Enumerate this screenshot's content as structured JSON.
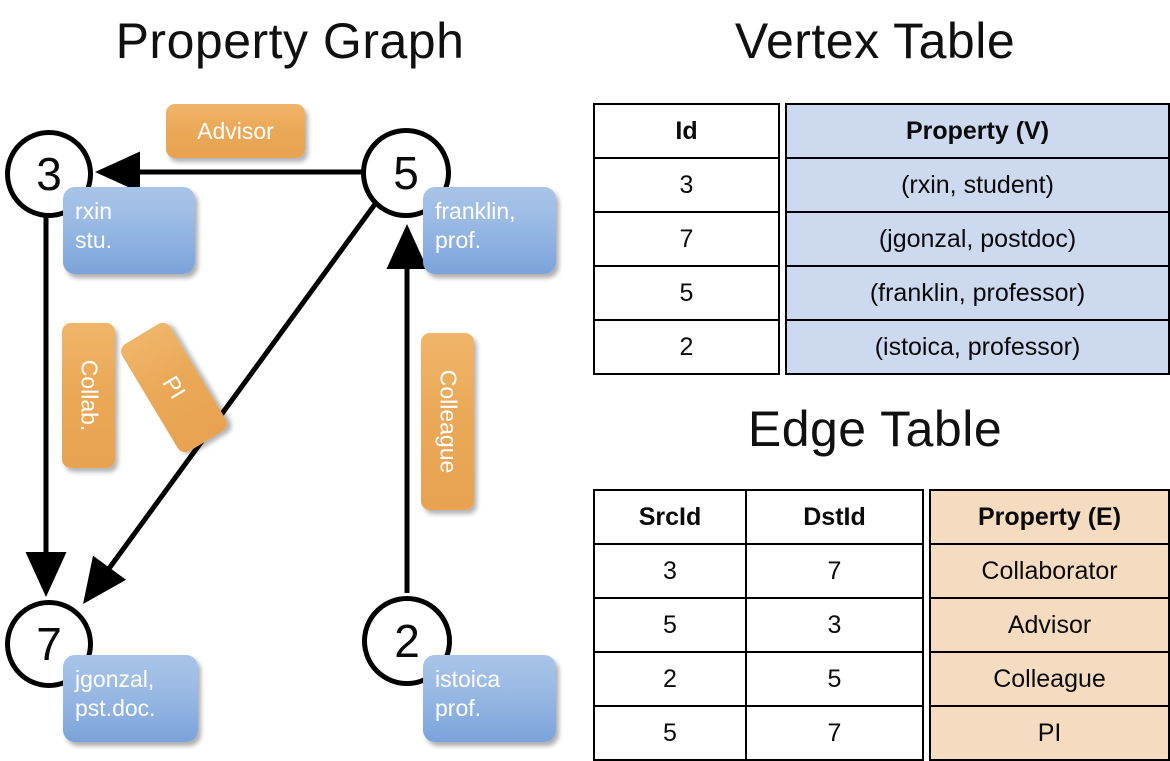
{
  "graph": {
    "title": "Property Graph",
    "nodes": [
      {
        "id": "3",
        "property_lines": [
          "rxin",
          "stu."
        ]
      },
      {
        "id": "5",
        "property_lines": [
          "franklin,",
          "prof."
        ]
      },
      {
        "id": "7",
        "property_lines": [
          "jgonzal,",
          "pst.doc."
        ]
      },
      {
        "id": "2",
        "property_lines": [
          "istoica",
          "prof."
        ]
      }
    ],
    "edge_labels": [
      {
        "name": "advisor-label",
        "text": "Advisor",
        "orientation": "horizontal"
      },
      {
        "name": "collab-label",
        "text": "Collab.",
        "orientation": "vertical"
      },
      {
        "name": "pi-label",
        "text": "PI",
        "orientation": "diagonal"
      },
      {
        "name": "colleague-label",
        "text": "Colleague",
        "orientation": "vertical"
      }
    ],
    "edges": [
      {
        "src": "5",
        "dst": "3",
        "label": "Advisor"
      },
      {
        "src": "3",
        "dst": "7",
        "label": "Collab."
      },
      {
        "src": "5",
        "dst": "7",
        "label": "PI"
      },
      {
        "src": "2",
        "dst": "5",
        "label": "Colleague"
      }
    ]
  },
  "vertex_table": {
    "title": "Vertex Table",
    "headers": [
      "Id",
      "Property (V)"
    ],
    "rows": [
      {
        "id": "3",
        "property": "(rxin, student)"
      },
      {
        "id": "7",
        "property": "(jgonzal, postdoc)"
      },
      {
        "id": "5",
        "property": "(franklin, professor)"
      },
      {
        "id": "2",
        "property": "(istoica, professor)"
      }
    ]
  },
  "edge_table": {
    "title": "Edge Table",
    "headers": [
      "SrcId",
      "DstId",
      "Property (E)"
    ],
    "rows": [
      {
        "src": "3",
        "dst": "7",
        "property": "Collaborator"
      },
      {
        "src": "5",
        "dst": "3",
        "property": "Advisor"
      },
      {
        "src": "2",
        "dst": "5",
        "property": "Colleague"
      },
      {
        "src": "5",
        "dst": "7",
        "property": "PI"
      }
    ]
  },
  "colors": {
    "vertex_property_fill": "#ccd9ee",
    "edge_property_fill": "#f5dcc1",
    "node_box_blue": "#9dbce5",
    "edge_label_orange": "#eaa958",
    "background": "#ffffff",
    "stroke": "#000000"
  }
}
